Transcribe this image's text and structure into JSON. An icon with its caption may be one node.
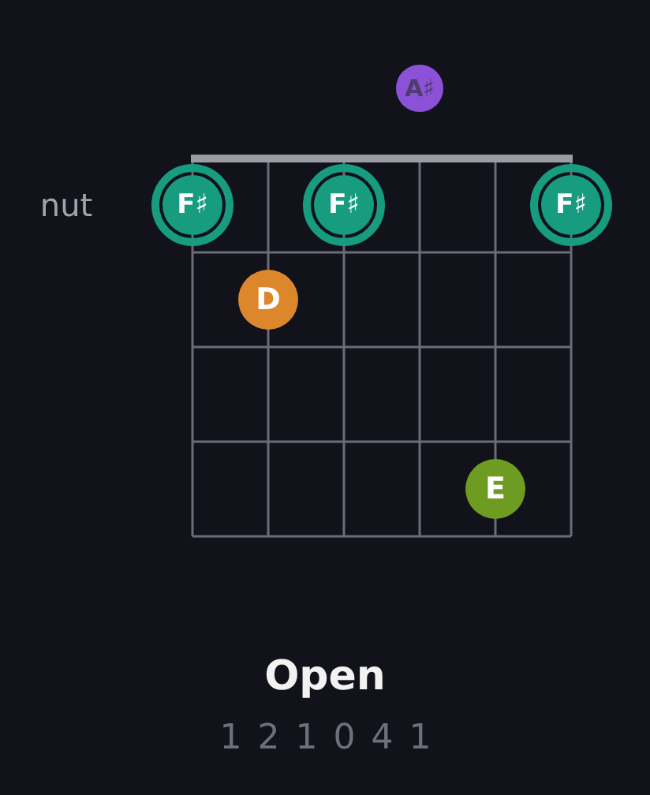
{
  "diagram": {
    "title": "Open",
    "nodes": [
      {
        "text": [
          "A♯"
        ]
      },
      {
        "text": [
          "F♯"
        ]
      },
      {
        "text": [
          "F♯"
        ]
      },
      {
        "text": [
          "F♯"
        ]
      },
      {
        "text": [
          "D"
        ]
      },
      {
        "text": [
          "E"
        ]
      }
    ],
    "labels": [
      "nut",
      "1 2 1 0 4 1"
    ]
  }
}
